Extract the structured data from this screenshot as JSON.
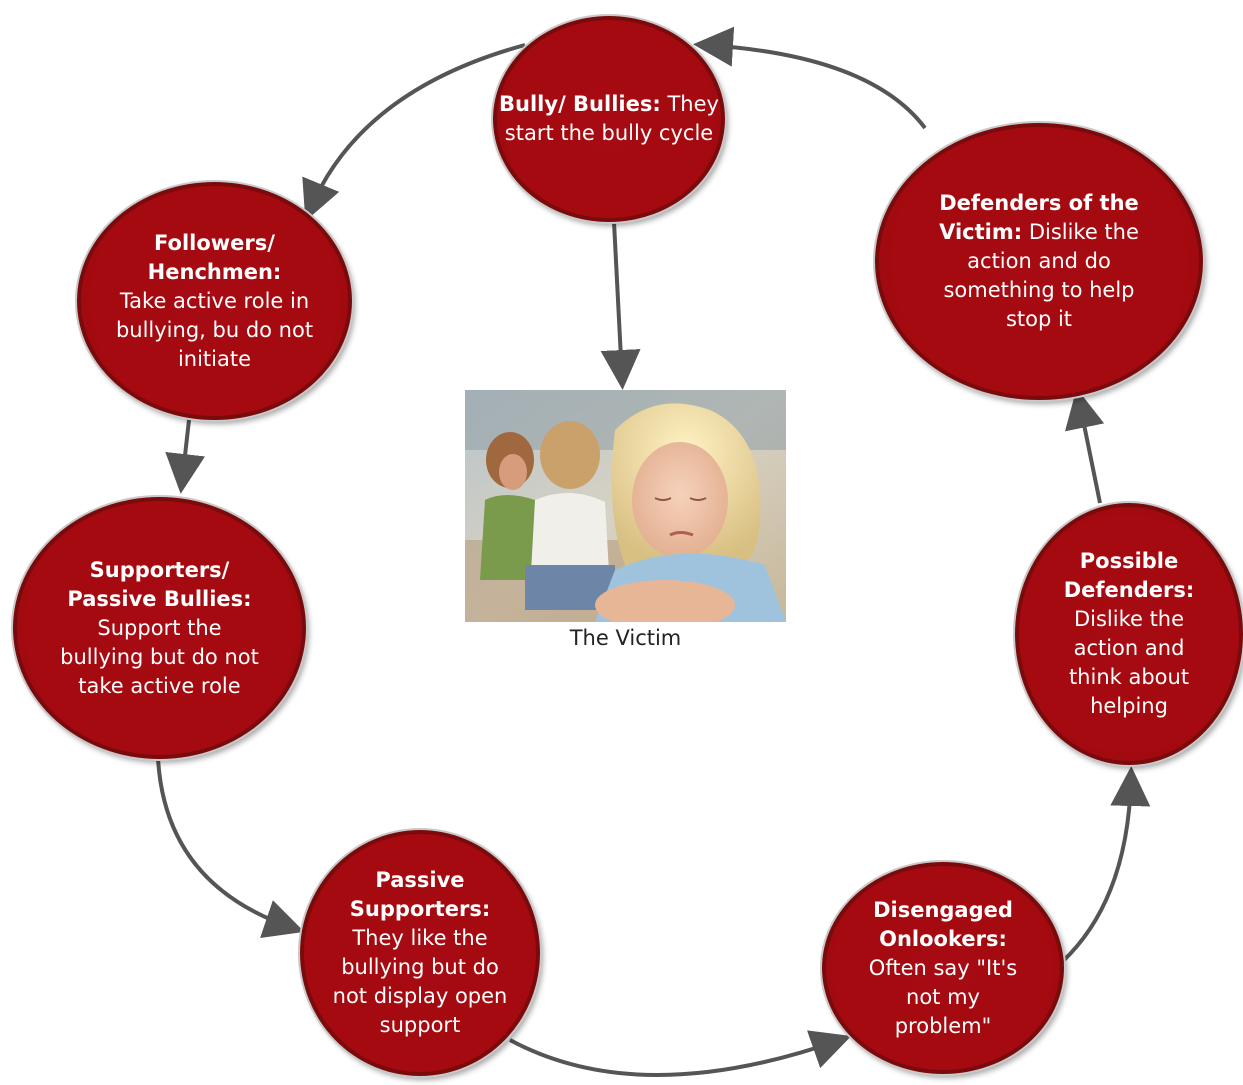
{
  "colors": {
    "node_fill": "#a40a10",
    "node_border": "#7a0a0c",
    "arrow": "#555555",
    "node_text": "#ffffff"
  },
  "center": {
    "caption": "The Victim"
  },
  "nodes": [
    {
      "id": "bully",
      "title": "Bully/ Bullies",
      "text": "They start the bully cycle"
    },
    {
      "id": "followers",
      "title": "Followers/ Henchmen:",
      "text": "Take active role in bullying, bu do not initiate"
    },
    {
      "id": "supporters",
      "title": "Supporters/ Passive Bullies:",
      "text": "Support the bullying but do not take active role"
    },
    {
      "id": "passive-supporters",
      "title": "Passive Supporters:",
      "text": "They like the bullying but do not display open support"
    },
    {
      "id": "disengaged",
      "title": "Disengaged Onlookers:",
      "text": "Often say \"It's not my problem\""
    },
    {
      "id": "possible-defenders",
      "title": "Possible Defenders:",
      "text": "Dislike the action and think about helping"
    },
    {
      "id": "defenders",
      "title": "Defenders of the Victim:",
      "text": "Dislike the action and do something to help stop it"
    }
  ]
}
